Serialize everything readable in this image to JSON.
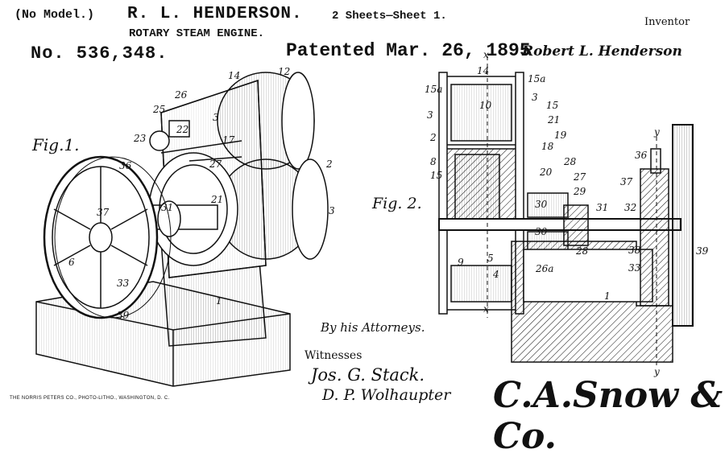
{
  "header": {
    "model": "(No Model.)",
    "inventor_name": "R. L. HENDERSON.",
    "title": "ROTARY STEAM ENGINE.",
    "sheets": "2 Sheets—Sheet 1.",
    "inventor_label": "Inventor",
    "patent_number": "No. 536,348.",
    "patent_date": "Patented Mar. 26, 1895",
    "inventor_signature": "Robert L. Henderson"
  },
  "figures": {
    "fig1": {
      "label": "Fig.1.",
      "refs": [
        "36",
        "14",
        "12",
        "26",
        "25",
        "22",
        "3",
        "23",
        "17",
        "27",
        "2",
        "3",
        "37",
        "6",
        "31",
        "21",
        "33",
        "39",
        "1"
      ]
    },
    "fig2": {
      "label": "Fig. 2.",
      "refs": [
        "x",
        "14",
        "15a",
        "15a",
        "3",
        "10",
        "15",
        "3",
        "21",
        "19",
        "2",
        "18",
        "8",
        "28",
        "20",
        "15",
        "27",
        "29",
        "30",
        "31",
        "36",
        "37",
        "32",
        "30",
        "9",
        "5",
        "4",
        "28",
        "26a",
        "38",
        "39",
        "33",
        "1",
        "x",
        "y",
        "y"
      ]
    }
  },
  "footer": {
    "attorneys": "By his Attorneys.",
    "witnesses_label": "Witnesses",
    "witness_1": "Jos. G. Stack.",
    "witness_2": "D. P. Wolhaupter",
    "attorney_signature": "C.A.Snow & Co.",
    "engraver_credit": "THE NORRIS PETERS CO., PHOTO-LITHO., WASHINGTON, D. C."
  },
  "colors": {
    "ink": "#111111",
    "paper": "#ffffff"
  }
}
